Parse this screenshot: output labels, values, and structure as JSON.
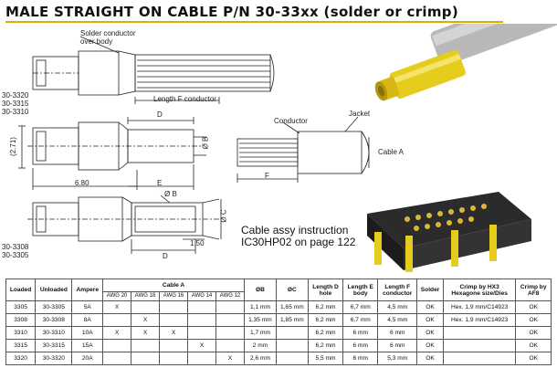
{
  "header": {
    "title": "MALE STRAIGHT ON CABLE P/N 30-33xx (solder or crimp)"
  },
  "drawing": {
    "solder_note": "Solder conductor\nover body",
    "part_numbers_top": [
      "30-3320",
      "30-3315",
      "30-3310"
    ],
    "part_numbers_bottom": [
      "30-3308",
      "30-3305"
    ],
    "length_f_conductor": "Length F conductor",
    "dim_d": "D",
    "dim_d2": "D",
    "dim_e": "E",
    "dim_f": "F",
    "dim_b": "Ø B",
    "dim_b2": "Ø B",
    "dim_c": "Ø C",
    "dim_271": "(2.71)",
    "dim_680": "6.80",
    "dim_150": "1.50",
    "conductor": "Conductor",
    "jacket": "Jacket",
    "cable_a": "Cable A",
    "assy_line1": "Cable assy instruction",
    "assy_line2": "IC30HP02 on page 122"
  },
  "table": {
    "headers": {
      "loaded": "Loaded",
      "unloaded": "Unloaded",
      "ampere": "Ampere",
      "cable_a": "Cable A",
      "b": "ØB",
      "c": "ØC",
      "length_d": "Length D\nhole",
      "length_e": "Length E\nbody",
      "length_f": "Length F\nconductor",
      "solder": "Solder",
      "crimp_hx3": "Crimp by HX3\nHexagone size/Dies",
      "crimp_af8": "Crimp by\nAF8"
    },
    "awg": [
      "AWG 20",
      "AWG 18",
      "AWG 16",
      "AWG 14",
      "AWG 12"
    ],
    "rows": [
      {
        "loaded": "3305",
        "unloaded": "30-3305",
        "amp": "5A",
        "awg": [
          "X",
          "",
          "",
          "",
          ""
        ],
        "b": "1,1 mm",
        "c": "1,65 mm",
        "d": "6,2 mm",
        "e": "6,7 mm",
        "f": "4,5 mm",
        "solder": "OK",
        "hx3": "Hex. 1,9 mm/C14923",
        "af8": "OK"
      },
      {
        "loaded": "3308",
        "unloaded": "30-3308",
        "amp": "8A",
        "awg": [
          "",
          "X",
          "",
          "",
          ""
        ],
        "b": "1,35 mm",
        "c": "1,85 mm",
        "d": "6,2 mm",
        "e": "6,7 mm",
        "f": "4,5 mm",
        "solder": "OK",
        "hx3": "Hex. 1,9 mm/C14923",
        "af8": "OK"
      },
      {
        "loaded": "3310",
        "unloaded": "30-3310",
        "amp": "10A",
        "awg": [
          "X",
          "X",
          "X",
          "",
          ""
        ],
        "b": "1,7 mm",
        "c": "",
        "d": "6,2 mm",
        "e": "6 mm",
        "f": "6 mm",
        "solder": "OK",
        "hx3": "",
        "af8": "OK"
      },
      {
        "loaded": "3315",
        "unloaded": "30-3315",
        "amp": "15A",
        "awg": [
          "",
          "",
          "",
          "X",
          ""
        ],
        "b": "2 mm",
        "c": "",
        "d": "6,2 mm",
        "e": "6 mm",
        "f": "6 mm",
        "solder": "OK",
        "hx3": "",
        "af8": "OK"
      },
      {
        "loaded": "3320",
        "unloaded": "30-3320",
        "amp": "20A",
        "awg": [
          "",
          "",
          "",
          "",
          "X"
        ],
        "b": "2,6 mm",
        "c": "",
        "d": "5,5 mm",
        "e": "6 mm",
        "f": "5,3 mm",
        "solder": "OK",
        "hx3": "",
        "af8": "OK"
      }
    ]
  },
  "colors": {
    "accent": "#e0ac00",
    "pin_yellow": "#e6cc1c",
    "connector_body": "#2b2b2b"
  }
}
